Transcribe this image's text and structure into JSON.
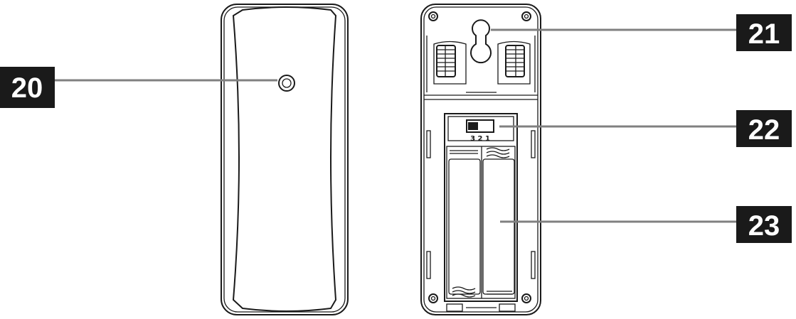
{
  "callouts": [
    {
      "id": "20",
      "label": "20"
    },
    {
      "id": "21",
      "label": "21"
    },
    {
      "id": "22",
      "label": "22"
    },
    {
      "id": "23",
      "label": "23"
    }
  ],
  "switch_positions": "3 2 1",
  "colors": {
    "badge": "#1a1a1a",
    "leader": "#808080",
    "outline": "#1a1a1a"
  }
}
